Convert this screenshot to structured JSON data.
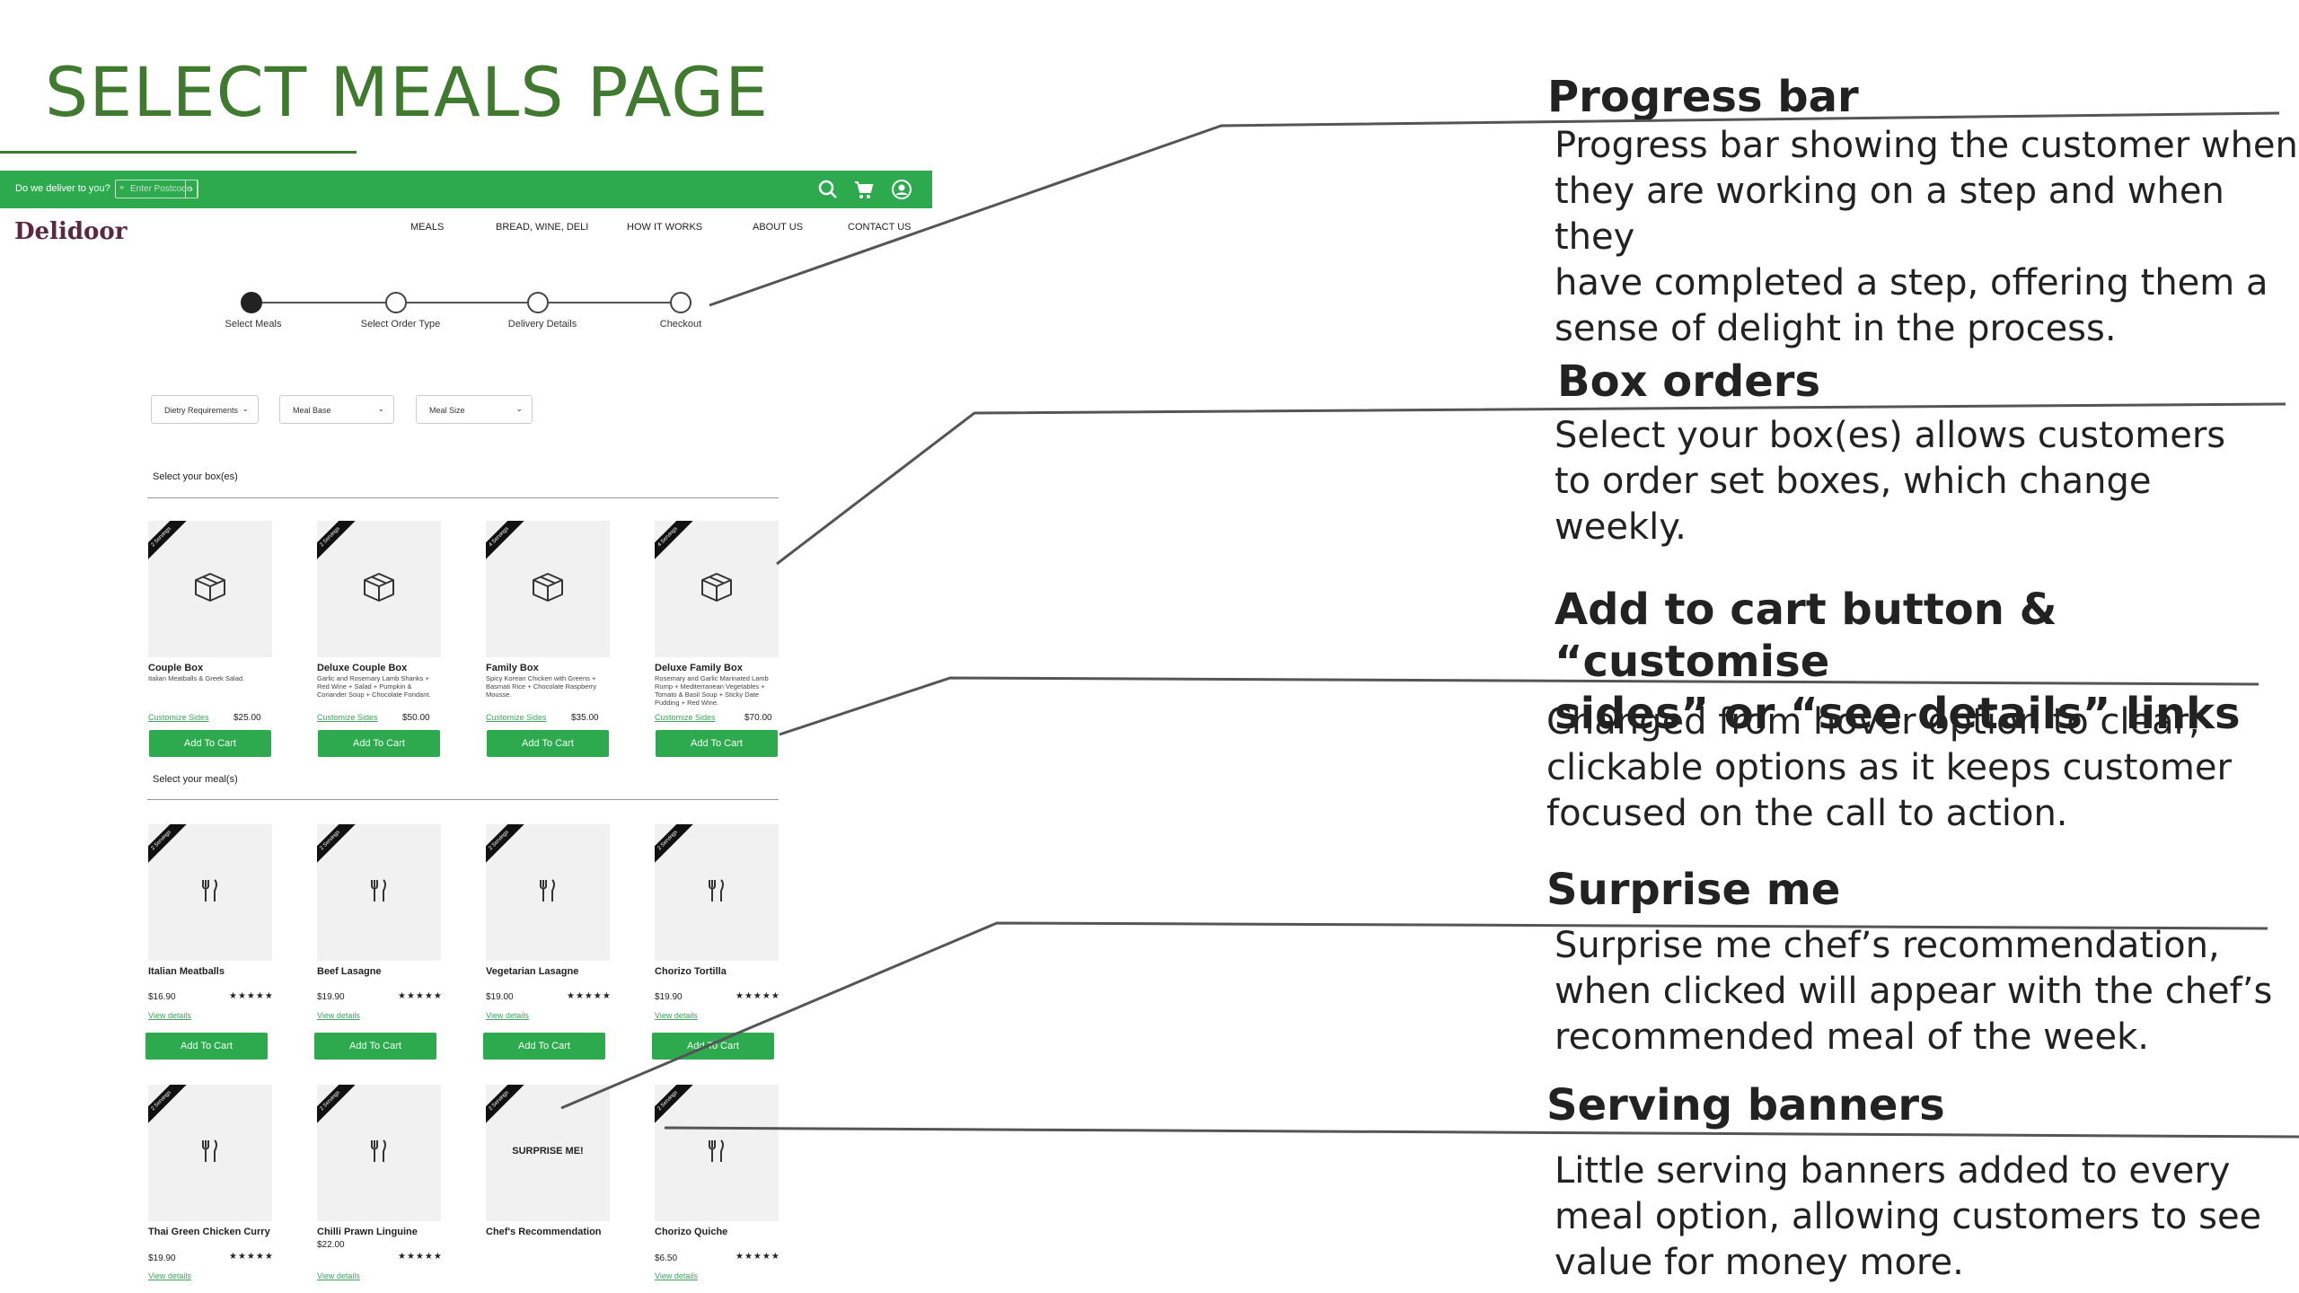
{
  "slide": {
    "title": "SELECT MEALS PAGE"
  },
  "topbar": {
    "deliver_text": "Do we deliver to you?",
    "postcode_placeholder": "Enter Postcode",
    "go_glyph": "›",
    "pin_icon": "map-pin-icon",
    "icons": [
      "search-icon",
      "cart-icon",
      "user-icon"
    ],
    "background": "#2eaa4e"
  },
  "header": {
    "logo": "Delidoor",
    "nav": [
      "MEALS",
      "BREAD, WINE, DELI",
      "HOW IT WORKS",
      "ABOUT US",
      "CONTACT US"
    ]
  },
  "progress": {
    "steps": [
      "Select Meals",
      "Select Order Type",
      "Delivery Details",
      "Checkout"
    ],
    "active_index": 0
  },
  "filters": [
    "Dietry Requirements",
    "Meal Base",
    "Meal Size"
  ],
  "boxes_section": {
    "label": "Select your box(es)",
    "link_label": "Customize Sides",
    "button_label": "Add To Cart",
    "items": [
      {
        "name": "Couple Box",
        "desc": "Italian Meatballs & Greek Salad.",
        "price": "$25.00",
        "banner": "2 Servings"
      },
      {
        "name": "Deluxe Couple Box",
        "desc": "Garlic and Rosemary Lamb Shanks + Red Wine + Salad + Pumpkin & Coriander Soup + Chocolate Fondant.",
        "price": "$50.00",
        "banner": "2 Servings"
      },
      {
        "name": "Family Box",
        "desc": "Spicy Korean Chicken with Greens + Basmati Rice + Chocolate Raspberry Mousse.",
        "price": "$35.00",
        "banner": "4 Servings"
      },
      {
        "name": "Deluxe Family Box",
        "desc": "Rosemary and Garlic Marinated Lamb Rump + Mediterranean Vegetables + Tomato & Basil Soup + Sticky Date Pudding + Red Wine.",
        "price": "$70.00",
        "banner": "4 Servings"
      }
    ]
  },
  "meals_section": {
    "label": "Select your meal(s)",
    "link_label": "View details",
    "button_label": "Add To Cart",
    "stars": "★★★★★",
    "row1": [
      {
        "name": "Italian Meatballs",
        "price": "$16.90",
        "banner": "2 Servings"
      },
      {
        "name": "Beef Lasagne",
        "price": "$19.90",
        "banner": "2 Servings"
      },
      {
        "name": "Vegetarian Lasagne",
        "price": "$19.00",
        "banner": "2 Servings"
      },
      {
        "name": "Chorizo Tortilla",
        "price": "$19.90",
        "banner": "2 Servings"
      }
    ],
    "row2": [
      {
        "name": "Thai Green Chicken Curry",
        "price": "$19.90",
        "banner": "2 Servings"
      },
      {
        "name": "Chilli Prawn Linguine",
        "price": "$22.00",
        "banner": "2 Servings"
      },
      {
        "name": "Chef's Recommendation",
        "surprise": "SURPRISE ME!",
        "banner": "2 Servings"
      },
      {
        "name": "Chorizo Quiche",
        "price": "$6.50",
        "banner": "2 Servings"
      }
    ]
  },
  "annotations": [
    {
      "title": "Progress bar",
      "body": [
        "Progress bar showing the customer when",
        "they are working on a step and when they",
        "have completed a step, offering them a",
        "sense of delight in the process."
      ]
    },
    {
      "title": "Box orders",
      "body": [
        "Select your box(es) allows customers",
        "to order set boxes, which change",
        "weekly."
      ]
    },
    {
      "title": [
        "Add to cart button & “customise",
        "sides” or “see details” links"
      ],
      "body": [
        "Changed from hover option to clear,",
        "clickable options as it keeps customer",
        "focused on the call to action."
      ]
    },
    {
      "title": "Surprise me",
      "body": [
        "Surprise me chef’s recommendation,",
        "when clicked will appear with the chef’s",
        "recommended meal of the week."
      ]
    },
    {
      "title": "Serving banners",
      "body": [
        "Little serving banners added to every",
        "meal option, allowing customers to see",
        "value for money more."
      ]
    }
  ],
  "colors": {
    "brand_green": "#2eaa4e",
    "title_green": "#3f7a2f",
    "logo": "#5a2a3a"
  }
}
